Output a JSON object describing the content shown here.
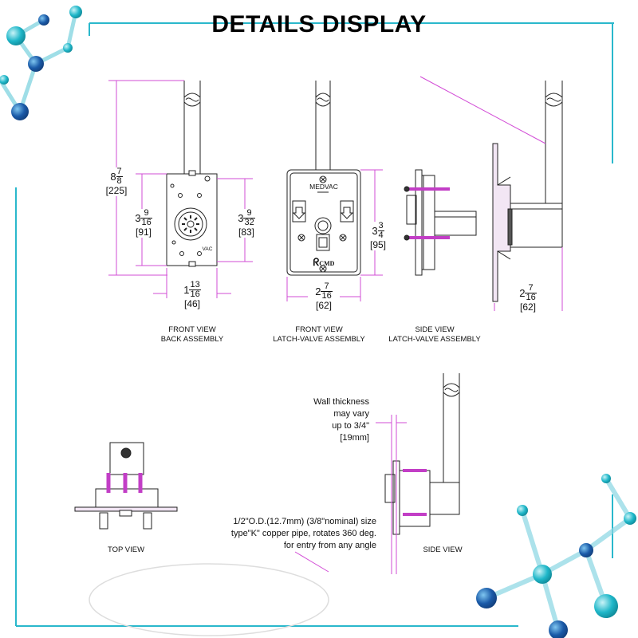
{
  "title": "DETAILS DISPLAY",
  "colors": {
    "accent_cyan": "#1fb7c9",
    "accent_blue": "#1a5aa8",
    "dimension_magenta": "#d24cd6",
    "line": "#222222"
  },
  "views": {
    "front_back": {
      "line1": "FRONT VIEW",
      "line2": "BACK ASSEMBLY",
      "vac": "VAC"
    },
    "front_latch": {
      "line1": "FRONT VIEW",
      "line2": "LATCH-VALVE ASSEMBLY",
      "brand": "MEDVAC",
      "logo": "CMD"
    },
    "side_latch": {
      "line1": "SIDE VIEW",
      "line2": "LATCH-VALVE ASSEMBLY"
    },
    "top": {
      "line1": "TOP VIEW"
    },
    "side": {
      "line1": "SIDE VIEW"
    }
  },
  "dims": {
    "height_total": {
      "whole": "8",
      "num": "7",
      "den": "8",
      "mm": "[225]"
    },
    "height_box": {
      "whole": "3",
      "num": "9",
      "den": "16",
      "mm": "[91]"
    },
    "height_inner": {
      "whole": "3",
      "num": "9",
      "den": "32",
      "mm": "[83]"
    },
    "width_back": {
      "whole": "1",
      "num": "13",
      "den": "16",
      "mm": "[46]"
    },
    "height_plate": {
      "whole": "3",
      "num": "3",
      "den": "4",
      "mm": "[95]"
    },
    "width_plate": {
      "whole": "2",
      "num": "7",
      "den": "16",
      "mm": "[62]"
    },
    "depth_side": {
      "whole": "2",
      "num": "7",
      "den": "16",
      "mm": "[62]"
    }
  },
  "notes": {
    "wall_1": "Wall thickness",
    "wall_2": "may vary",
    "wall_3": "up to 3/4\"",
    "wall_4": "[19mm]",
    "pipe_1": "1/2\"O.D.(12.7mm) (3/8\"nominal) size",
    "pipe_2": "type\"K\" copper pipe, rotates 360 deg.",
    "pipe_3": "for entry from any angle"
  }
}
